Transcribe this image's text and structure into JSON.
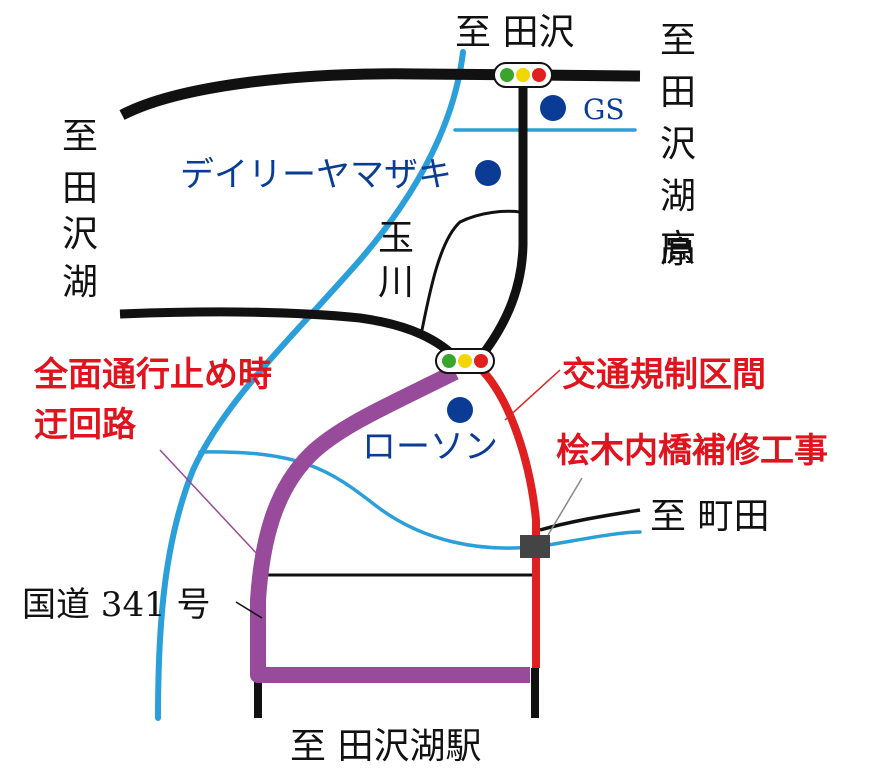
{
  "labels": {
    "to_tazawa_top": "至 田沢",
    "to_tazawako_kogen": "至 田沢湖高原",
    "to_tazawako_left": "至 田沢湖",
    "tamagawa_river": "玉 川",
    "to_machida": "至 町田",
    "to_tazawako_station": "至 田沢湖駅",
    "route_341": "国道 341 号"
  },
  "places": {
    "gas_station": "GS",
    "daily_yamazaki": "デイリーヤマザキ",
    "lawson": "ローソン"
  },
  "notes": {
    "detour_line1": "全面通行止め時",
    "detour_line2": "迂回路",
    "restriction_section": "交通規制区間",
    "bridge_repair": "桧木内橋補修工事"
  },
  "colors": {
    "road": "#111111",
    "river": "#2b9fd9",
    "detour": "#984b9b",
    "restriction": "#e02020",
    "poi": "#0a3c96",
    "note_text": "#e0141e",
    "signal_red": "#e0201c",
    "signal_yellow": "#f2d600",
    "signal_green": "#3aa52c",
    "construction": "#444444"
  },
  "icons": {
    "traffic_signal": "traffic-signal-icon",
    "poi": "poi-dot-icon",
    "construction": "construction-square-icon"
  }
}
